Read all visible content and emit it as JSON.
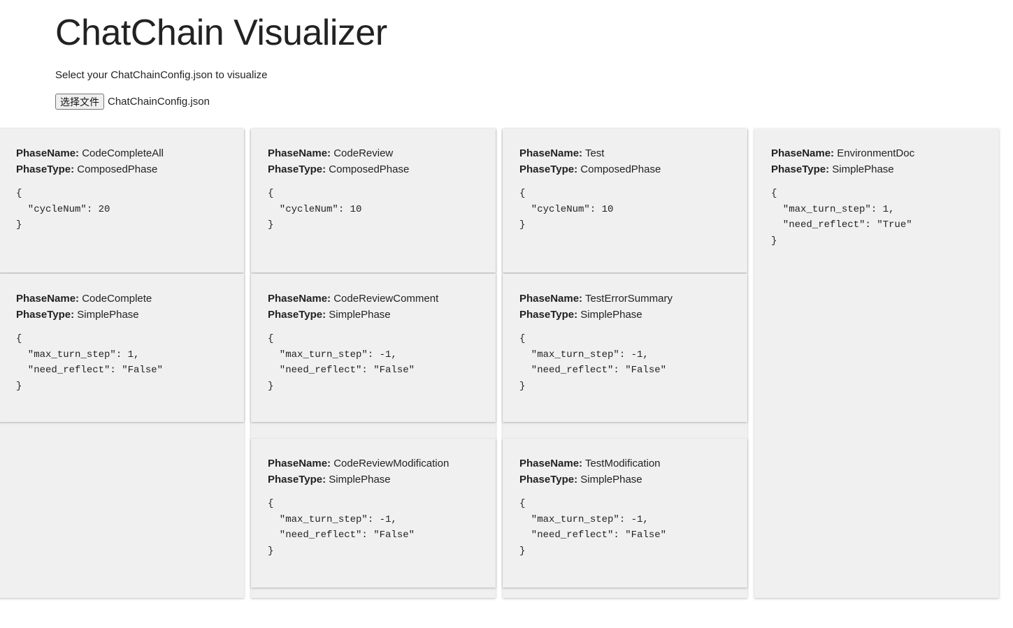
{
  "header": {
    "title": "ChatChain Visualizer",
    "subtitle": "Select your ChatChainConfig.json to visualize"
  },
  "file_input": {
    "button_label": "选择文件",
    "selected_file": "ChatChainConfig.json"
  },
  "labels": {
    "phase_name": "PhaseName:",
    "phase_type": "PhaseType:"
  },
  "columns": [
    {
      "name": "CodeCompleteAll",
      "type": "ComposedPhase",
      "config": "{\n  \"cycleNum\": 20\n}",
      "children": [
        {
          "name": "CodeComplete",
          "type": "SimplePhase",
          "config": "{\n  \"max_turn_step\": 1,\n  \"need_reflect\": \"False\"\n}"
        }
      ]
    },
    {
      "name": "CodeReview",
      "type": "ComposedPhase",
      "config": "{\n  \"cycleNum\": 10\n}",
      "children": [
        {
          "name": "CodeReviewComment",
          "type": "SimplePhase",
          "config": "{\n  \"max_turn_step\": -1,\n  \"need_reflect\": \"False\"\n}"
        },
        {
          "name": "CodeReviewModification",
          "type": "SimplePhase",
          "config": "{\n  \"max_turn_step\": -1,\n  \"need_reflect\": \"False\"\n}"
        }
      ]
    },
    {
      "name": "Test",
      "type": "ComposedPhase",
      "config": "{\n  \"cycleNum\": 10\n}",
      "children": [
        {
          "name": "TestErrorSummary",
          "type": "SimplePhase",
          "config": "{\n  \"max_turn_step\": -1,\n  \"need_reflect\": \"False\"\n}"
        },
        {
          "name": "TestModification",
          "type": "SimplePhase",
          "config": "{\n  \"max_turn_step\": -1,\n  \"need_reflect\": \"False\"\n}"
        }
      ]
    },
    {
      "name": "EnvironmentDoc",
      "type": "SimplePhase",
      "config": "{\n  \"max_turn_step\": 1,\n  \"need_reflect\": \"True\"\n}",
      "children": []
    }
  ]
}
